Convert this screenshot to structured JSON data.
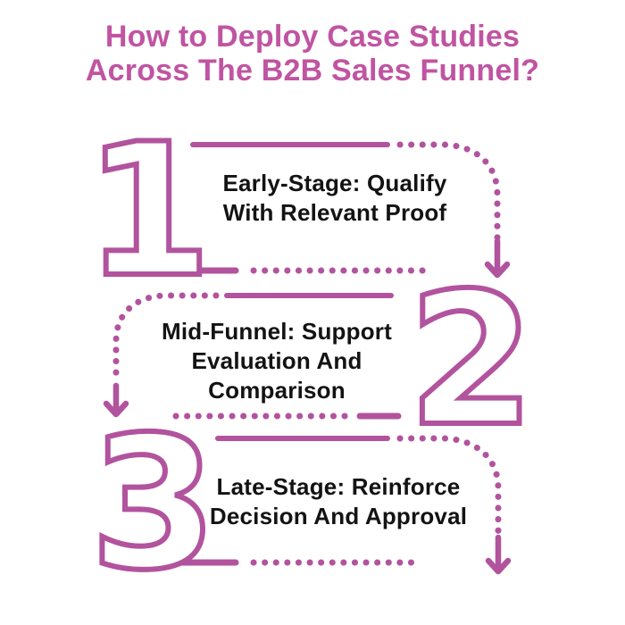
{
  "title": {
    "lines": [
      "How to Deploy Case Studies",
      "Across The B2B Sales Funnel?"
    ]
  },
  "steps": [
    {
      "number": "1",
      "lines": [
        "Early-Stage: Qualify",
        "With Relevant Proof"
      ]
    },
    {
      "number": "2",
      "lines": [
        "Mid-Funnel: Support",
        "Evaluation And",
        "Comparison"
      ]
    },
    {
      "number": "3",
      "lines": [
        "Late-Stage: Reinforce",
        "Decision And Approval"
      ]
    }
  ],
  "icons": {
    "flow_arrow": "down-arrow"
  },
  "colors": {
    "accent": "#b2539e",
    "title": "#c054a2",
    "text": "#131313",
    "background": "#ffffff"
  }
}
